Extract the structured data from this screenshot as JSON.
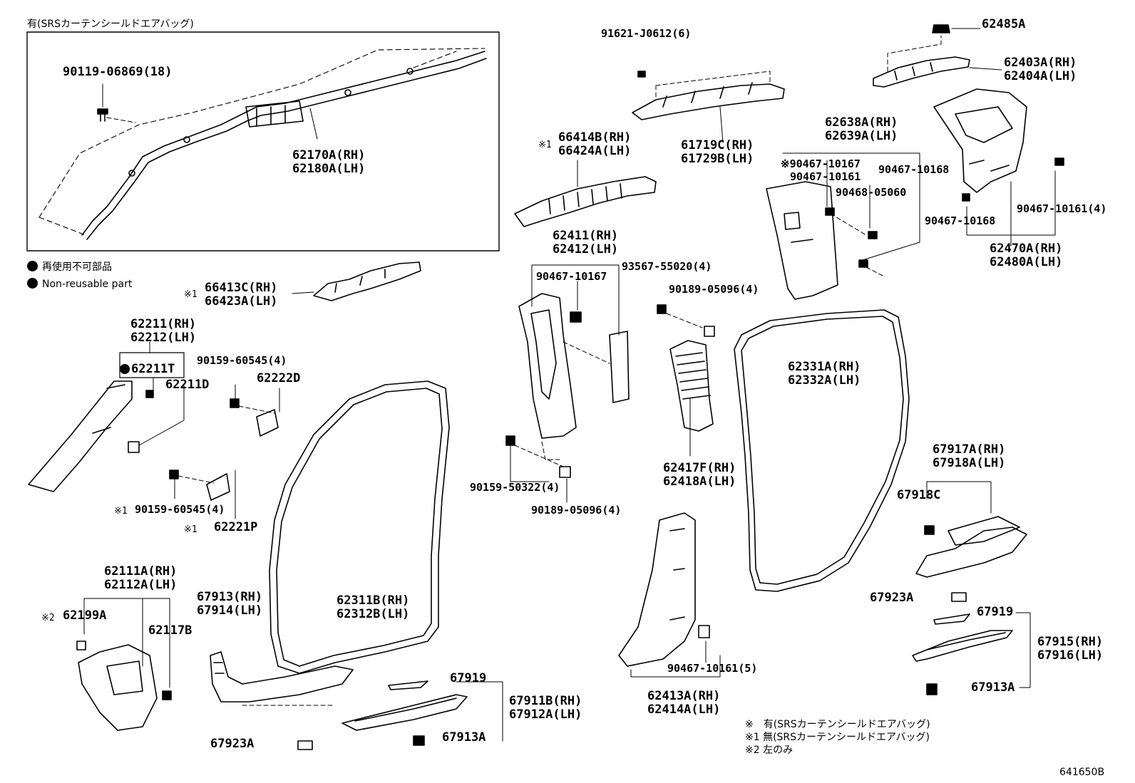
{
  "srs_box_caption": "有(SRSカーテンシールドエアバッグ)",
  "legend": {
    "jp": "再使用不可部品",
    "en": "Non-reusable part"
  },
  "parts": {
    "p90119": "90119-06869(18)",
    "p62170": [
      "62170A(RH)",
      "62180A(LH)"
    ],
    "p91621": "91621-J0612(6)",
    "p61719": [
      "61719C(RH)",
      "61729B(LH)"
    ],
    "p66414": [
      "66414B(RH)",
      "66424A(LH)"
    ],
    "p66413": [
      "66413C(RH)",
      "66423A(LH)"
    ],
    "p62211": [
      "62211(RH)",
      "62212(LH)"
    ],
    "p62211T": "62211T",
    "p62211D": "62211D",
    "p90159a": "90159-60545(4)",
    "p62222D": "62222D",
    "p90159b": "90159-60545(4)",
    "p62221P": "62221P",
    "p62411": [
      "62411(RH)",
      "62412(LH)"
    ],
    "p90467_10167a": "90467-10167",
    "p93567": "93567-55020(4)",
    "p90189a": "90189-05096(4)",
    "p62417": [
      "62417F(RH)",
      "62418A(LH)"
    ],
    "p90159c": "90159-50322(4)",
    "p90189b": "90189-05096(4)",
    "p62485A": "62485A",
    "p62403": [
      "62403A(RH)",
      "62404A(LH)"
    ],
    "p62638": [
      "62638A(RH)",
      "62639A(LH)"
    ],
    "p90467_10167b": "※90467-10167",
    "p90467_10161a": "90467-10161",
    "p90467_10168a": "90467-10168",
    "p90468": "90468-05060",
    "p90467_10168b": "90467-10168",
    "p90467_10161b": "90467-10161(4)",
    "p62470": [
      "62470A(RH)",
      "62480A(LH)"
    ],
    "p62331": [
      "62331A(RH)",
      "62332A(LH)"
    ],
    "p67917": [
      "67917A(RH)",
      "67918A(LH)"
    ],
    "p67918C": "67918C",
    "p67923Aa": "67923A",
    "p67919a": "67919",
    "p67915": [
      "67915(RH)",
      "67916(LH)"
    ],
    "p67913Aa": "67913A",
    "p62111": [
      "62111A(RH)",
      "62112A(LH)"
    ],
    "p62199A": "62199A",
    "p62117B": "62117B",
    "p67913": [
      "67913(RH)",
      "67914(LH)"
    ],
    "p62311": [
      "62311B(RH)",
      "62312B(LH)"
    ],
    "p67919b": "67919",
    "p67911": [
      "67911B(RH)",
      "67912A(LH)"
    ],
    "p67923Ab": "67923A",
    "p67913Ab": "67913A",
    "p62413": [
      "62413A(RH)",
      "62414A(LH)"
    ],
    "p90467_10161c": "90467-10161(5)"
  },
  "marks": {
    "kome": "※",
    "kome1": "※1",
    "kome2": "※2"
  },
  "footnotes": {
    "n0": "※　有(SRSカーテンシールドエアバッグ)",
    "n1": "※1 無(SRSカーテンシールドエアバッグ)",
    "n2": "※2 左のみ"
  },
  "diagram_id": "641650B"
}
